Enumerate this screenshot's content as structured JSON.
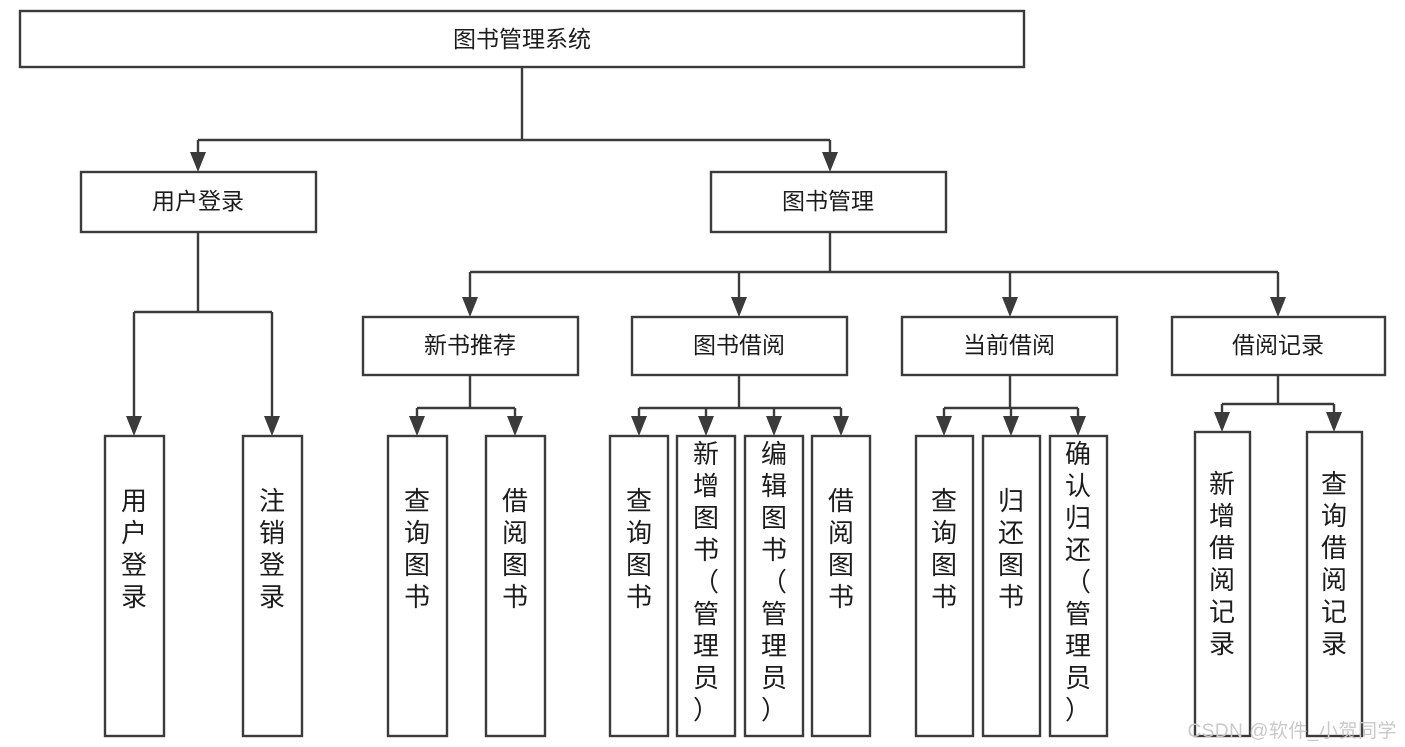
{
  "diagram": {
    "title": "图书管理系统",
    "watermark": "CSDN @软件_小贺同学",
    "style": {
      "box_fill": "#ffffff",
      "box_stroke": "#3b3b3b",
      "text_color": "#1c1c1c",
      "background": "#ffffff",
      "watermark_color": "#c9c9c9"
    },
    "levels": {
      "root": {
        "label": "图书管理系统"
      },
      "level2": [
        {
          "label": "用户登录"
        },
        {
          "label": "图书管理"
        }
      ],
      "level3": [
        {
          "label": "新书推荐"
        },
        {
          "label": "图书借阅"
        },
        {
          "label": "当前借阅"
        },
        {
          "label": "借阅记录"
        }
      ],
      "leaves": {
        "user_login": [
          {
            "label": "用户登录"
          },
          {
            "label": "注销登录"
          }
        ],
        "new_book_recommend": [
          {
            "label": "查询图书"
          },
          {
            "label": "借阅图书"
          }
        ],
        "book_borrow": [
          {
            "label": "查询图书"
          },
          {
            "label": "新增图书（管理员）"
          },
          {
            "label": "编辑图书（管理员）"
          },
          {
            "label": "借阅图书"
          }
        ],
        "current_borrow": [
          {
            "label": "查询图书"
          },
          {
            "label": "归还图书"
          },
          {
            "label": "确认归还（管理员）"
          }
        ],
        "borrow_records": [
          {
            "label": "新增借阅记录"
          },
          {
            "label": "查询借阅记录"
          }
        ]
      }
    }
  }
}
